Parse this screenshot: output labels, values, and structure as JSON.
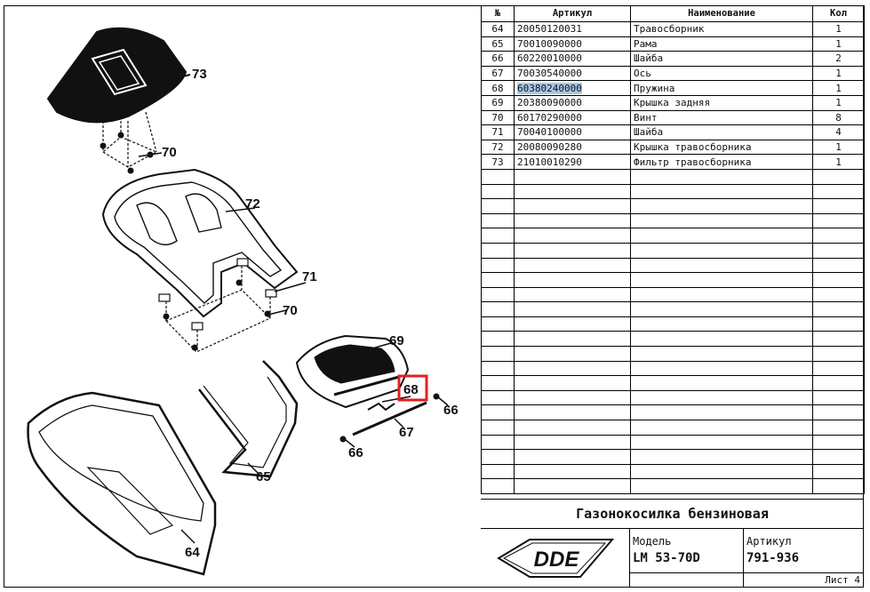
{
  "table": {
    "headers": {
      "no": "№",
      "article": "Артикул",
      "name": "Наименование",
      "qty": "Кол"
    },
    "rows": [
      {
        "no": "64",
        "article": "20050120031",
        "name": "Травосборник",
        "qty": "1"
      },
      {
        "no": "65",
        "article": "70010090000",
        "name": "Рама",
        "qty": "1"
      },
      {
        "no": "66",
        "article": "60220010000",
        "name": "Шайба",
        "qty": "2"
      },
      {
        "no": "67",
        "article": "70030540000",
        "name": "Ось",
        "qty": "1"
      },
      {
        "no": "68",
        "article": "60380240000",
        "name": "Пружина",
        "qty": "1"
      },
      {
        "no": "69",
        "article": "20380090000",
        "name": "Крышка задняя",
        "qty": "1"
      },
      {
        "no": "70",
        "article": "60170290000",
        "name": "Винт",
        "qty": "8"
      },
      {
        "no": "71",
        "article": "70040100000",
        "name": "Шайба",
        "qty": "4"
      },
      {
        "no": "72",
        "article": "20080090280",
        "name": "Крышка травосборника",
        "qty": "1"
      },
      {
        "no": "73",
        "article": "21010010290",
        "name": "Фильтр травосборника",
        "qty": "1"
      }
    ],
    "empty_rows": 22
  },
  "title_block": {
    "title": "Газонокосилка бензиновая",
    "logo_text": "DDE",
    "model_label": "Модель",
    "model_value": "LM 53-70D",
    "article_label": "Артикул",
    "article_value": "791-936",
    "sheet": "Лист 4"
  },
  "callouts": {
    "c73": "73",
    "c70a": "70",
    "c72": "72",
    "c71": "71",
    "c70b": "70",
    "c69": "69",
    "c68": "68",
    "c66a": "66",
    "c66b": "66",
    "c67": "67",
    "c65": "65",
    "c64": "64"
  },
  "colors": {
    "highlight_box": "#e02020",
    "selection": "#a8c8e8"
  }
}
